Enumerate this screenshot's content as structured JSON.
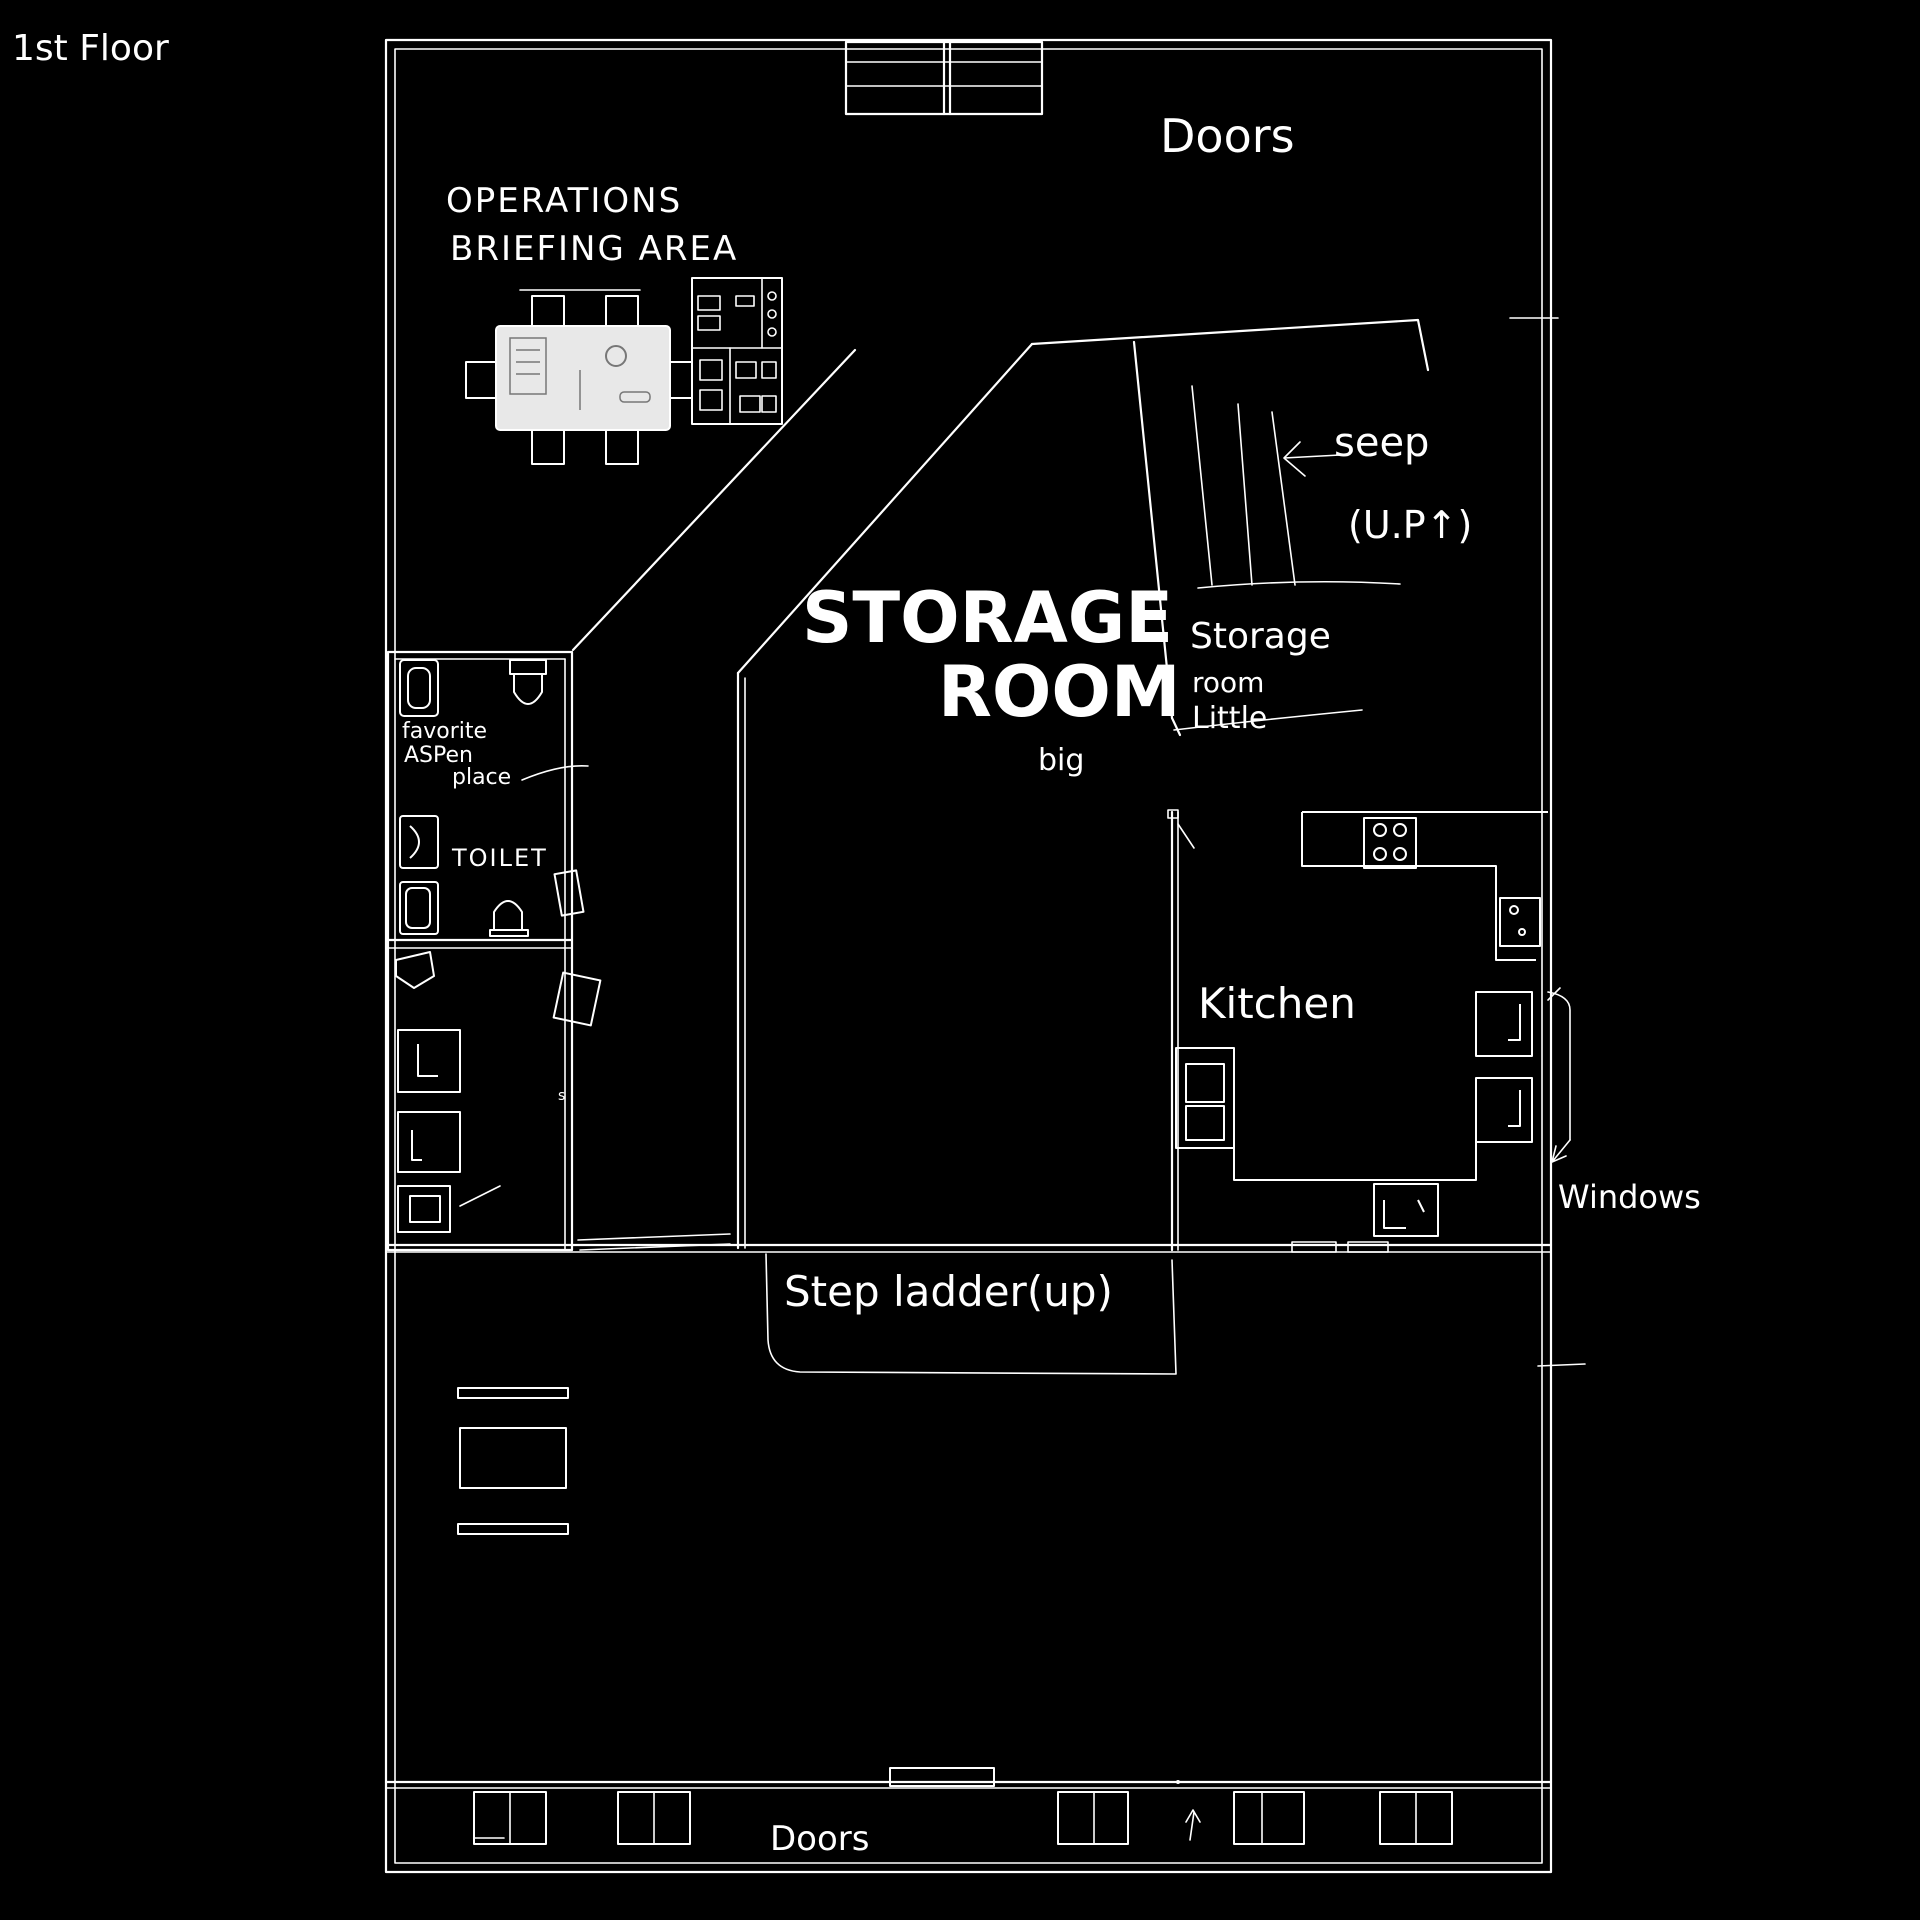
{
  "labels": {
    "floor": "1st Floor",
    "doors_top": "Doors",
    "operations_line1": "OPERATIONS",
    "operations_line2": "BRIEFING AREA",
    "steps": "seep",
    "steps_up": "(U.P↑)",
    "storage_big_line1": "STORAGE",
    "storage_big_line2": "ROOM",
    "storage_big_note": "big",
    "storage_little_line1": "Storage",
    "storage_little_line2": "room",
    "storage_little_line3": "Little",
    "favorite_line1": "favorite",
    "favorite_line2": "ASPen",
    "favorite_line3": "place",
    "toilet": "TOILET",
    "kitchen": "Kitchen",
    "windows": "Windows",
    "step_ladder": "Step ladder(up)",
    "doors_bottom": "Doors"
  },
  "colors": {
    "background": "#000000",
    "line": "#ffffff",
    "table": "#e8e8e8"
  }
}
